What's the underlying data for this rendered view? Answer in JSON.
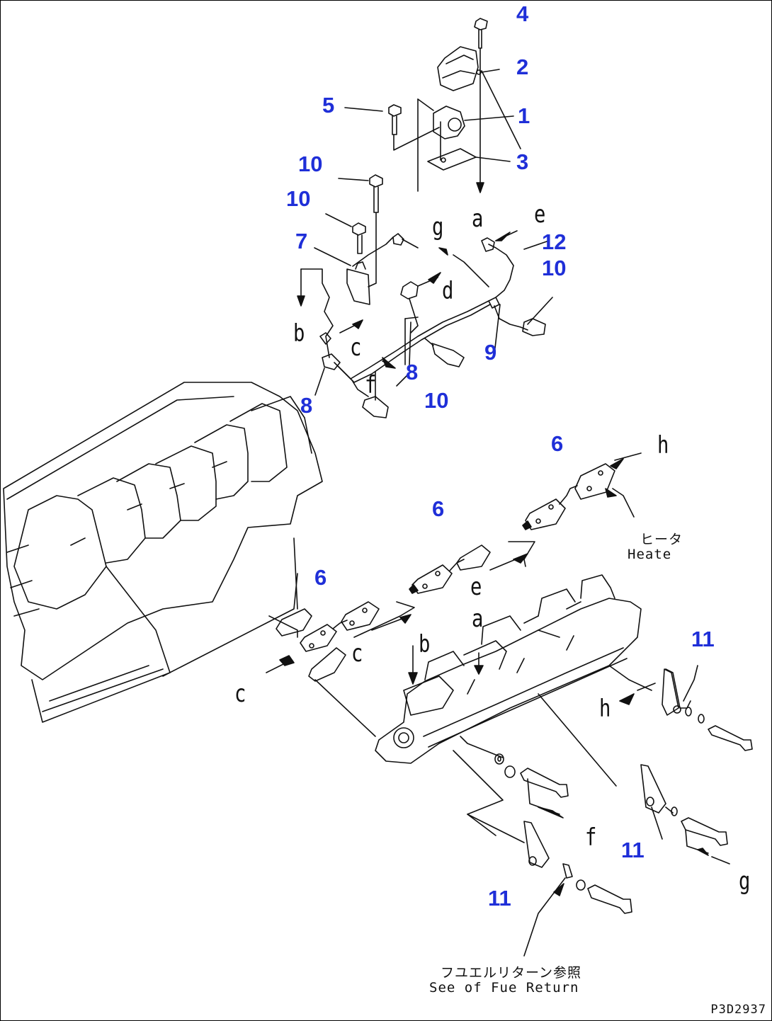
{
  "callouts": [
    "4",
    "2",
    "5",
    "1",
    "3",
    "10",
    "10",
    "7",
    "12",
    "10",
    "9",
    "8",
    "10",
    "8",
    "6",
    "6",
    "6",
    "11",
    "11",
    "11"
  ],
  "letters": [
    "a",
    "e",
    "g",
    "d",
    "b",
    "c",
    "f",
    "h",
    "e",
    "a",
    "b",
    "c",
    "c",
    "h",
    "f",
    "g"
  ],
  "heater_note": {
    "jp": "ヒータ",
    "en": "Heate"
  },
  "return_note": {
    "jp": "フユエルリターン参照",
    "en": "See of Fue  Return"
  },
  "figure_id": "P3D2937",
  "colors": {
    "callout": "#1f2fd8",
    "line": "#111111"
  }
}
